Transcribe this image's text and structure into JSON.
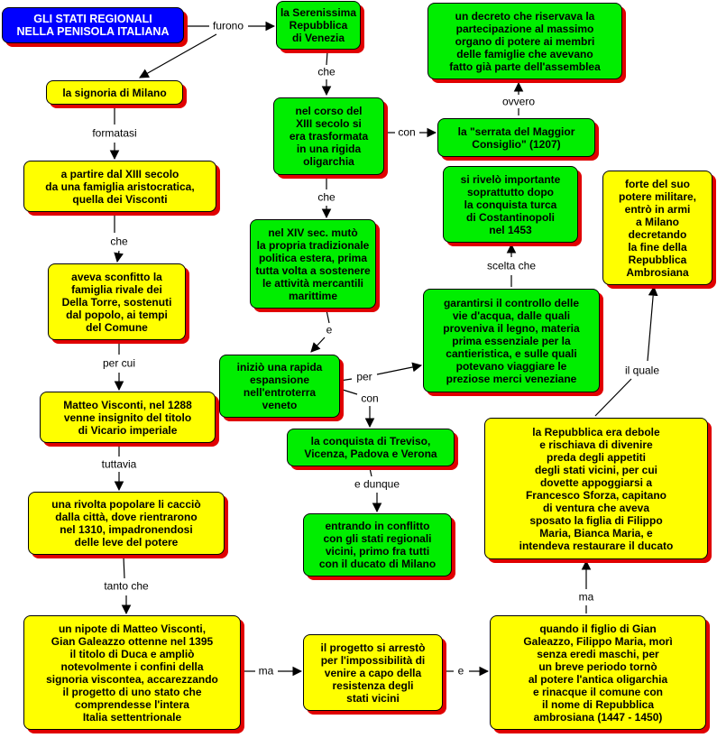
{
  "colors": {
    "green": "#00ee00",
    "yellow": "#ffff00",
    "blue": "#0000ff",
    "shadow": "#e00000"
  },
  "nodes": {
    "title": "GLI STATI REGIONALI\nNELLA PENISOLA ITALIANA",
    "serenissima": "la Serenissima\nRepubblica\ndi Venezia",
    "decreto": "un decreto che riservava la\npartecipazione al massimo\norgano di potere ai membri\ndelle famiglie che avevano\nfatto già parte dell'assemblea",
    "signoria": "la signoria di Milano",
    "nel_corso": "nel corso del\nXIII secolo si\nera trasformata\nin una rigida\noligarchia",
    "serrata": "la \"serrata del Maggior\nConsiglio\" (1207)",
    "a_partire": "a partire dal XIII secolo\nda una famiglia aristocratica,\nquella dei Visconti",
    "si_rivelo": "si rivelò importante\nsoprattutto dopo\nla conquista turca\ndi Costantinopoli\nnel 1453",
    "forte": "forte del suo\npotere militare,\nentrò in armi\na Milano\ndecretando\nla fine della\nRepubblica\nAmbrosiana",
    "nel_xiv": "nel XIV sec. mutò\nla propria tradizionale\npolitica estera, prima\ntutta volta a sostenere\nle attività mercantili\nmarittime",
    "aveva": "aveva sconfitto la\nfamiglia rivale dei\nDella Torre, sostenuti\ndal popolo, ai tempi\ndel Comune",
    "garantirsi": "garantirsi il controllo delle\nvie d'acqua, dalle quali\nproveniva il legno, materia\nprima essenziale per la\ncantieristica, e sulle quali\npotevano viaggiare le\npreziose merci veneziane",
    "inizio": "iniziò una rapida\nespansione\nnell'entroterra\nveneto",
    "matteo": "Matteo Visconti, nel 1288\nvenne insignito del titolo\ndi Vicario imperiale",
    "conquista": "la conquista di Treviso,\nVicenza, Padova e Verona",
    "repubblica": "la Repubblica era debole\ne rischiava di divenire\npreda degli appetiti\ndegli stati vicini, per cui\ndovette appoggiarsi a\nFrancesco Sforza, capitano\ndi ventura che aveva\nsposato la figlia di Filippo\nMaria, Bianca Maria, e\nintendeva restaurare il ducato",
    "rivolta": "una rivolta popolare li cacciò\ndalla città, dove rientrarono\nnel 1310, impadronendosi\ndelle leve del potere",
    "entrando": "entrando in conflitto\ncon gli stati regionali\nvicini, primo fra tutti\ncon il ducato di Milano",
    "nipote": "un nipote di Matteo Visconti,\nGian Galeazzo ottenne nel 1395\nil titolo di Duca e ampliò\nnotevolmente i confini della\nsignoria viscontea, accarezzando\nil progetto di uno stato che\ncomprendesse l'intera\nItalia settentrionale",
    "progetto": "il progetto si arrestò\nper l'impossibilità di\nvenire a capo della\nresistenza degli\nstati vicini",
    "quando": "quando il figlio di Gian\nGaleazzo, Filippo Maria, morì\nsenza eredi maschi, per\nun breve periodo tornò\nal potere l'antica oligarchia\ne rinacque il comune con\nil nome di Repubblica\nambrosiana (1447 - 1450)"
  },
  "links": {
    "furono": "furono",
    "che1": "che",
    "con1": "con",
    "ovvero": "ovvero",
    "formatasi": "formatasi",
    "che2": "che",
    "che3": "che",
    "scelta_che": "scelta che",
    "e1": "e",
    "per_cui": "per cui",
    "per": "per",
    "con2": "con",
    "tuttavia": "tuttavia",
    "e_dunque": "e dunque",
    "il_quale": "il quale",
    "tanto_che": "tanto che",
    "ma1": "ma",
    "ma2": "ma",
    "e2": "e"
  }
}
